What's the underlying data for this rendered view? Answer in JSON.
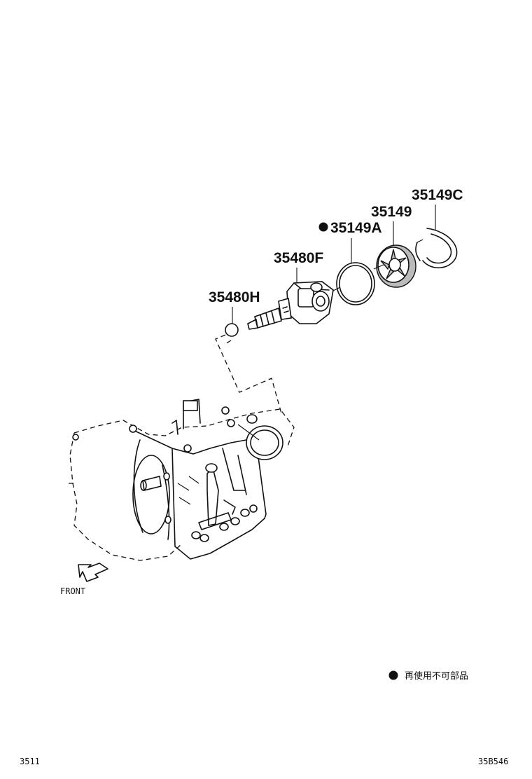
{
  "parts": {
    "p1": "35149C",
    "p2": "35149",
    "p3": "35149A",
    "p4": "35480F",
    "p5": "35480H"
  },
  "front_label": "FRONT",
  "legend_text": "再使用不可部品",
  "footer": {
    "left": "3511",
    "right": "35B546"
  }
}
